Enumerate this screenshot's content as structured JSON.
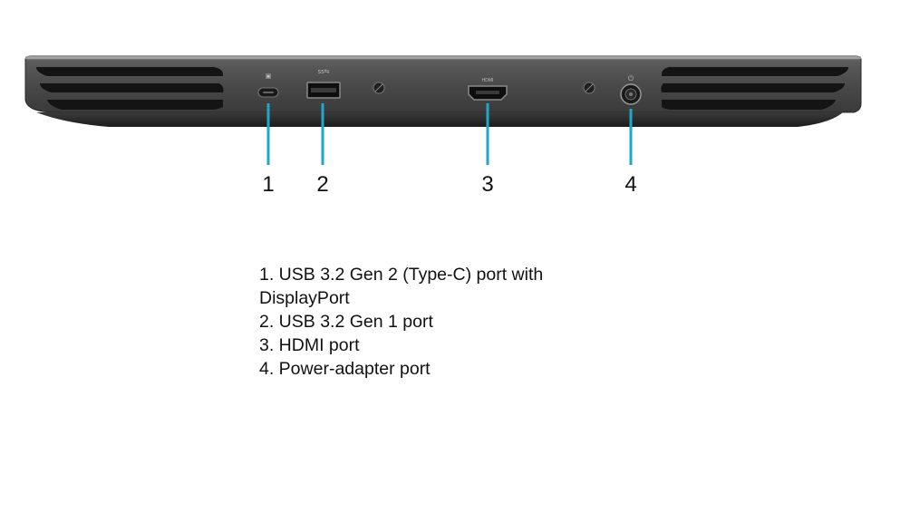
{
  "callouts": [
    {
      "number": "1",
      "port": "usb-c"
    },
    {
      "number": "2",
      "port": "usb-a"
    },
    {
      "number": "3",
      "port": "hdmi"
    },
    {
      "number": "4",
      "port": "power"
    }
  ],
  "legend": [
    "1. USB 3.2 Gen 2 (Type-C) port with DisplayPort",
    "2. USB 3.2 Gen 1 port",
    "3. HDMI port",
    "4. Power-adapter port"
  ],
  "colors": {
    "chassis": "#4a4a4a",
    "chassis_dark": "#2b2b2b",
    "vent": "#151515",
    "leader_line": "#1ea7c8"
  }
}
